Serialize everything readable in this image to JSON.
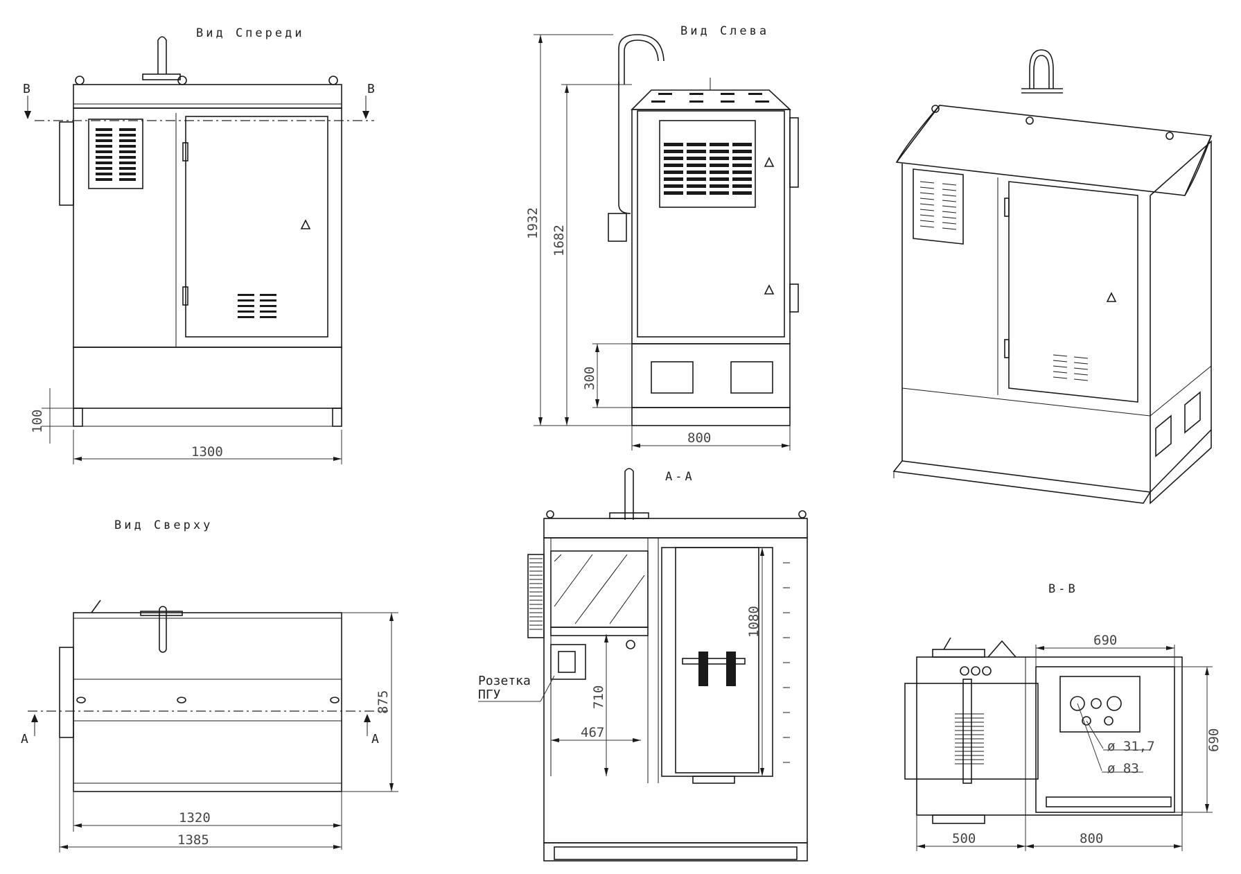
{
  "views": {
    "front": {
      "title": "Вид Спереди",
      "section_mark": "В",
      "dim_width": "1300",
      "dim_base": "100"
    },
    "left": {
      "title": "Вид Слева",
      "dim_total": "1932",
      "dim_body": "1682",
      "dim_plinth": "300",
      "dim_width": "800"
    },
    "top": {
      "title": "Вид Сверху",
      "section_mark": "А",
      "dim_depth": "875",
      "dim_w1": "1320",
      "dim_w2": "1385"
    },
    "section_aa": {
      "title": "А-А",
      "dim_h1": "1080",
      "dim_h2": "710",
      "dim_w": "467",
      "callout_line1": "Розетка",
      "callout_line2": "ПГУ"
    },
    "section_bb": {
      "title": "В-В",
      "dim_top": "690",
      "dim_right": "690",
      "dim_w1": "500",
      "dim_w2": "800",
      "hole1": "ø 31,7",
      "hole2": "ø 83"
    }
  }
}
